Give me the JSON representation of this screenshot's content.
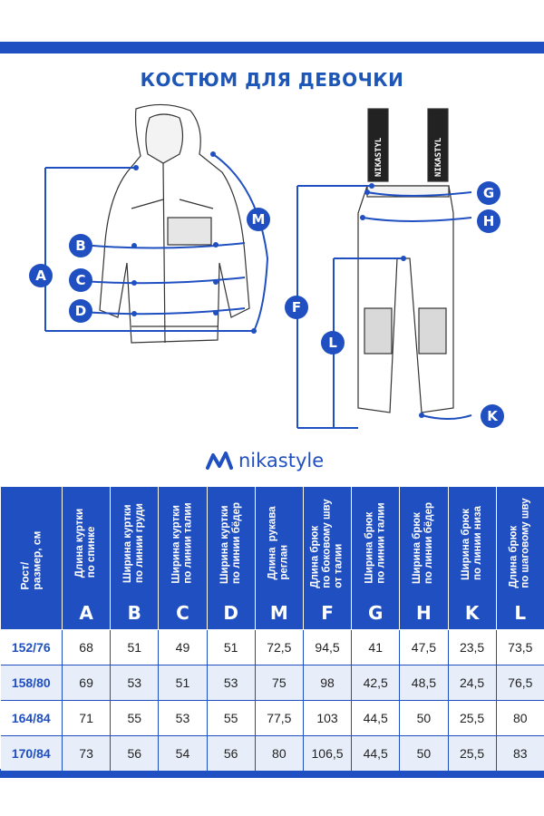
{
  "title": "КОСТЮМ ДЛЯ ДЕВОЧКИ",
  "brand": "nikastyle",
  "strap_text": [
    "NIKASTYL",
    "NIKASTYL"
  ],
  "jacket_labels": [
    "A",
    "B",
    "C",
    "D",
    "M"
  ],
  "pants_labels": [
    "F",
    "L",
    "G",
    "H",
    "K"
  ],
  "table": {
    "row_header": "Рост/\nразмер, см",
    "columns": [
      {
        "desc": "Длина куртки\nпо спинке",
        "letter": "A"
      },
      {
        "desc": "Ширина куртки\nпо линии груди",
        "letter": "B"
      },
      {
        "desc": "Ширина куртки\nпо линии талии",
        "letter": "C"
      },
      {
        "desc": "Ширина куртки\nпо линии бёдер",
        "letter": "D"
      },
      {
        "desc": "Длина  рукава\nреглан",
        "letter": "M"
      },
      {
        "desc": "Длина брюк\nпо боковому шву\nот талии",
        "letter": "F"
      },
      {
        "desc": "Ширина брюк\nпо линии талии",
        "letter": "G"
      },
      {
        "desc": "Ширина брюк\nпо линии бёдер",
        "letter": "H"
      },
      {
        "desc": "Ширина брюк\nпо линии низа",
        "letter": "K"
      },
      {
        "desc": "Длина брюк\nпо шаговому шву",
        "letter": "L"
      }
    ],
    "rows": [
      {
        "size": "152/76",
        "values": [
          "68",
          "51",
          "49",
          "51",
          "72,5",
          "94,5",
          "41",
          "47,5",
          "23,5",
          "73,5"
        ]
      },
      {
        "size": "158/80",
        "values": [
          "69",
          "53",
          "51",
          "53",
          "75",
          "98",
          "42,5",
          "48,5",
          "24,5",
          "76,5"
        ]
      },
      {
        "size": "164/84",
        "values": [
          "71",
          "55",
          "53",
          "55",
          "77,5",
          "103",
          "44,5",
          "50",
          "25,5",
          "80"
        ]
      },
      {
        "size": "170/84",
        "values": [
          "73",
          "56",
          "54",
          "56",
          "80",
          "106,5",
          "44,5",
          "50",
          "25,5",
          "83"
        ]
      }
    ]
  },
  "colors": {
    "brand_blue": "#1f4fc0",
    "title_blue": "#1e56b8",
    "row_tint": "#e8eef9"
  }
}
